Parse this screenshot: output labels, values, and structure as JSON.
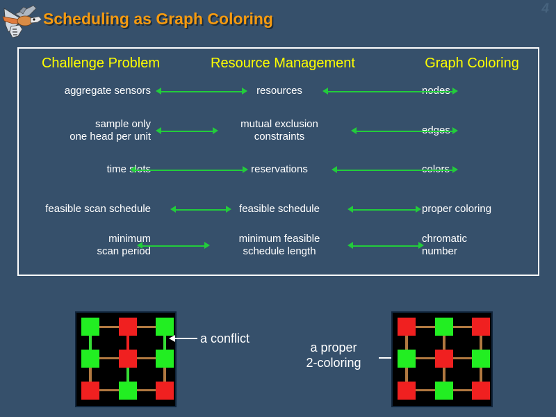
{
  "slide": {
    "number": "4",
    "title": "Scheduling as Graph Coloring",
    "background_color": "#36506b",
    "title_color": "#f59a10",
    "header_color": "#ffff00",
    "text_color": "#ffffff",
    "arrow_color": "#22cc3b"
  },
  "logo": {
    "name": "kestrel-bird-logo"
  },
  "table": {
    "headers": {
      "col1": "Challenge Problem",
      "col2": "Resource Management",
      "col3": "Graph Coloring"
    },
    "rows": [
      {
        "col1": "aggregate sensors",
        "col2": "resources",
        "col3": "nodes"
      },
      {
        "col1": "sample only\none head per unit",
        "col2": "mutual exclusion\nconstraints",
        "col3": "edges"
      },
      {
        "col1": "time slots",
        "col2": "reservations",
        "col3": "colors"
      },
      {
        "col1": "feasible scan schedule",
        "col2": "feasible schedule",
        "col3": "proper coloring"
      },
      {
        "col1": "minimum\nscan period",
        "col2": "minimum feasible\nschedule length",
        "col3": "chromatic\nnumber"
      }
    ]
  },
  "graphs": {
    "left": {
      "label": "conflict-graph",
      "node_colors": [
        [
          "green",
          "red",
          "green"
        ],
        [
          "green",
          "red",
          "green"
        ],
        [
          "red",
          "green",
          "red"
        ]
      ],
      "conflict_edge": "right-column between row1 and row2 (green-green)"
    },
    "right": {
      "label": "proper-2-coloring-graph",
      "node_colors": [
        [
          "red",
          "green",
          "red"
        ],
        [
          "green",
          "red",
          "green"
        ],
        [
          "red",
          "green",
          "red"
        ]
      ]
    }
  },
  "callouts": {
    "conflict": "a conflict",
    "proper": "a proper\n2-coloring"
  }
}
